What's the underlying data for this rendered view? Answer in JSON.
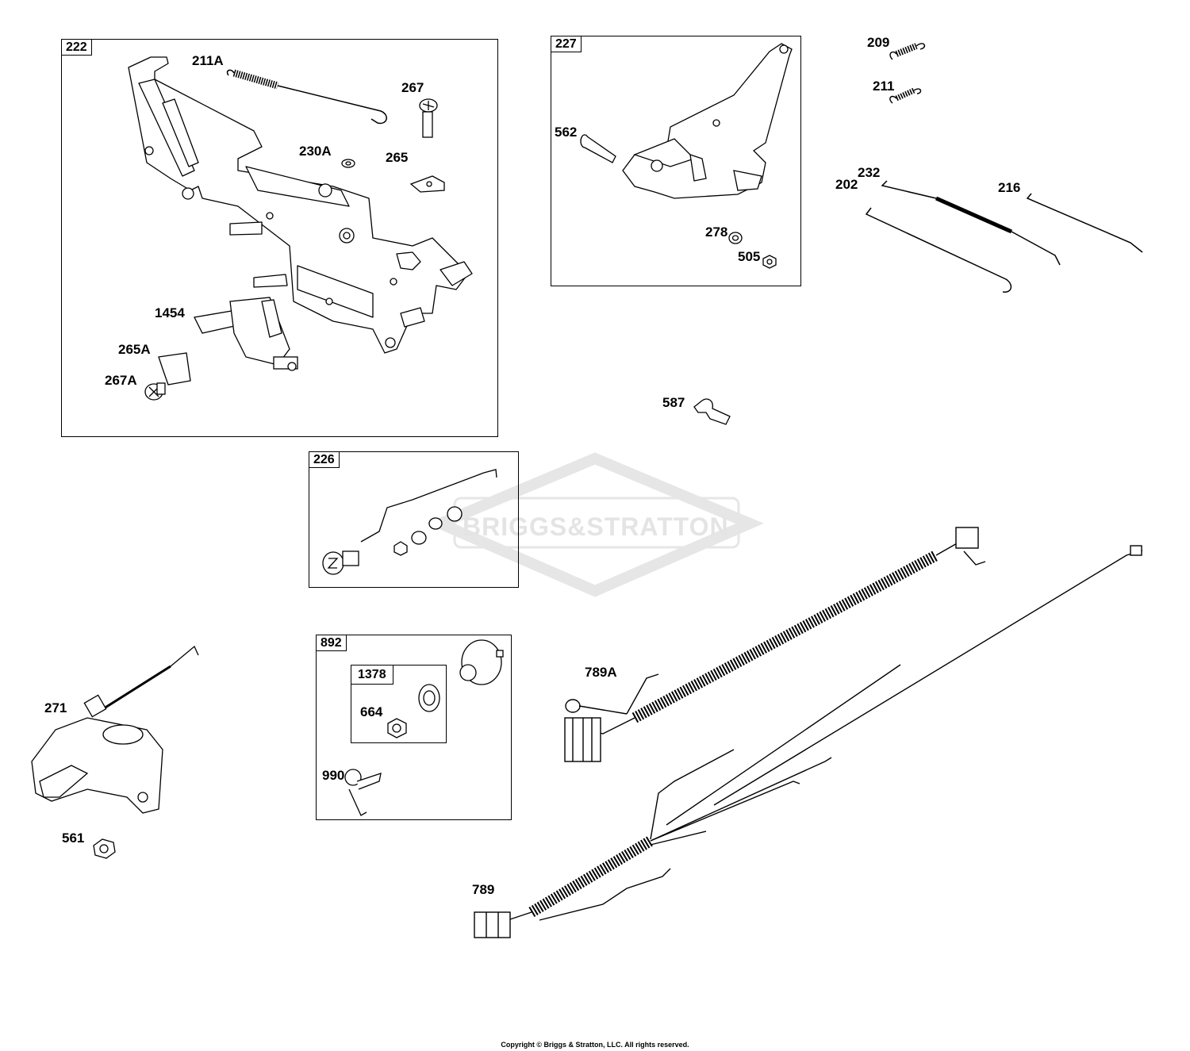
{
  "watermark": "BRIGGS&STRATTON",
  "copyright": "Copyright © Briggs & Stratton, LLC. All rights reserved.",
  "boxes": {
    "box_222": "222",
    "box_227": "227",
    "box_226": "226",
    "box_892": "892",
    "box_1378": "1378"
  },
  "parts": {
    "p211A": "211A",
    "p267": "267",
    "p230A": "230A",
    "p265": "265",
    "p1454": "1454",
    "p265A": "265A",
    "p267A": "267A",
    "p562": "562",
    "p278": "278",
    "p505": "505",
    "p209": "209",
    "p211": "211",
    "p232": "232",
    "p216": "216",
    "p202": "202",
    "p587": "587",
    "p789A": "789A",
    "p271": "271",
    "p561": "561",
    "p664": "664",
    "p990": "990",
    "p789": "789"
  }
}
